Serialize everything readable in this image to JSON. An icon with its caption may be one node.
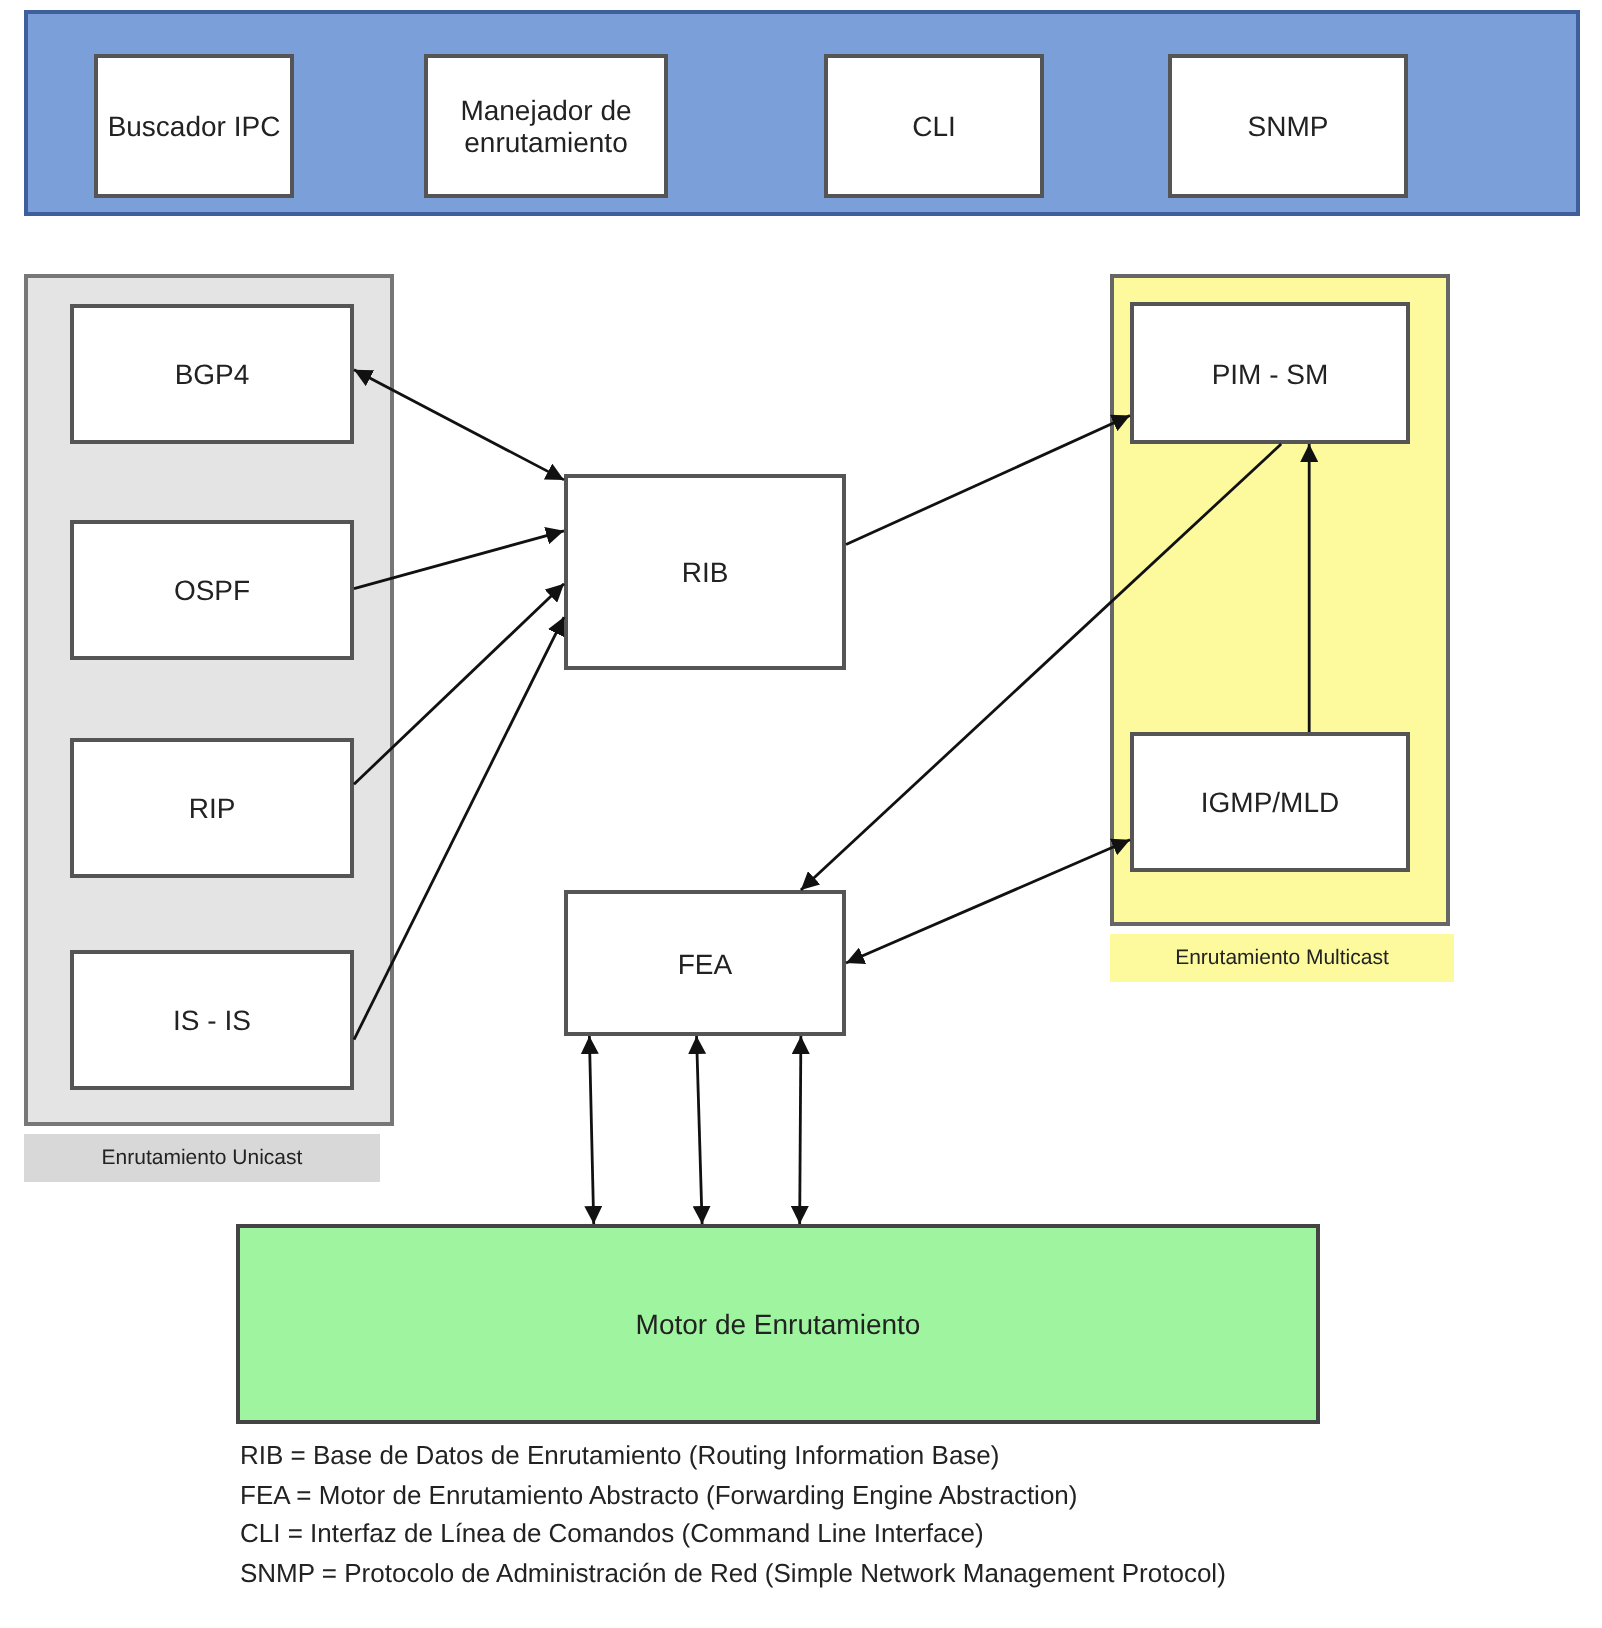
{
  "diagram": {
    "nodes": [
      {
        "text": [],
        "shape": "box"
      },
      {
        "text": [
          "Buscador IPC"
        ],
        "in": 0
      },
      {
        "text": [
          "Manejador de enrutamiento"
        ],
        "in": 0
      },
      {
        "text": [
          "CLI"
        ],
        "in": 0
      },
      {
        "text": [
          "SNMP"
        ],
        "in": 0
      },
      {
        "text": [
          "Enrutamiento Unicast"
        ]
      },
      {
        "text": [
          "BGP4"
        ],
        "in": 5
      },
      {
        "text": [
          "OSPF"
        ],
        "in": 5
      },
      {
        "text": [
          "RIP"
        ],
        "in": 5
      },
      {
        "text": [
          "IS - IS"
        ],
        "in": 5
      },
      {
        "text": [
          "RIB"
        ]
      },
      {
        "text": [
          "Enrutamiento Multicast"
        ]
      },
      {
        "text": [
          "PIM - SM"
        ],
        "in": 11
      },
      {
        "text": [
          "IGMP/MLD"
        ],
        "in": 11
      },
      {
        "text": [
          "FEA"
        ]
      },
      {
        "text": [
          "Motor de Enrutamiento"
        ]
      }
    ],
    "edges": [
      {
        "from": 6,
        "to": 10,
        "arrow": "both"
      },
      {
        "from": 7,
        "to": 10,
        "arrow": "to"
      },
      {
        "from": 8,
        "to": 10,
        "arrow": "to"
      },
      {
        "from": 9,
        "to": 10,
        "arrow": "to"
      },
      {
        "from": 10,
        "to": 12,
        "arrow": "to"
      },
      {
        "from": 12,
        "to": 14,
        "arrow": "to"
      },
      {
        "from": 13,
        "to": 12,
        "arrow": "to"
      },
      {
        "from": 13,
        "to": 14,
        "arrow": "both"
      },
      {
        "from": 14,
        "to": 15,
        "arrow": "both"
      },
      {
        "from": 14,
        "to": 15,
        "arrow": "both"
      },
      {
        "from": 14,
        "to": 15,
        "arrow": "both"
      }
    ],
    "labels": [
      "RIB = Base de Datos de Enrutamiento (Routing Information Base)",
      "FEA = Motor de Enrutamiento Abstracto (Forwarding Engine Abstraction)",
      "CLI = Interfaz de Línea de Comandos (Command Line Interface)",
      "SNMP = Protocolo de Administración de Red (Simple Network Management Protocol)"
    ]
  }
}
